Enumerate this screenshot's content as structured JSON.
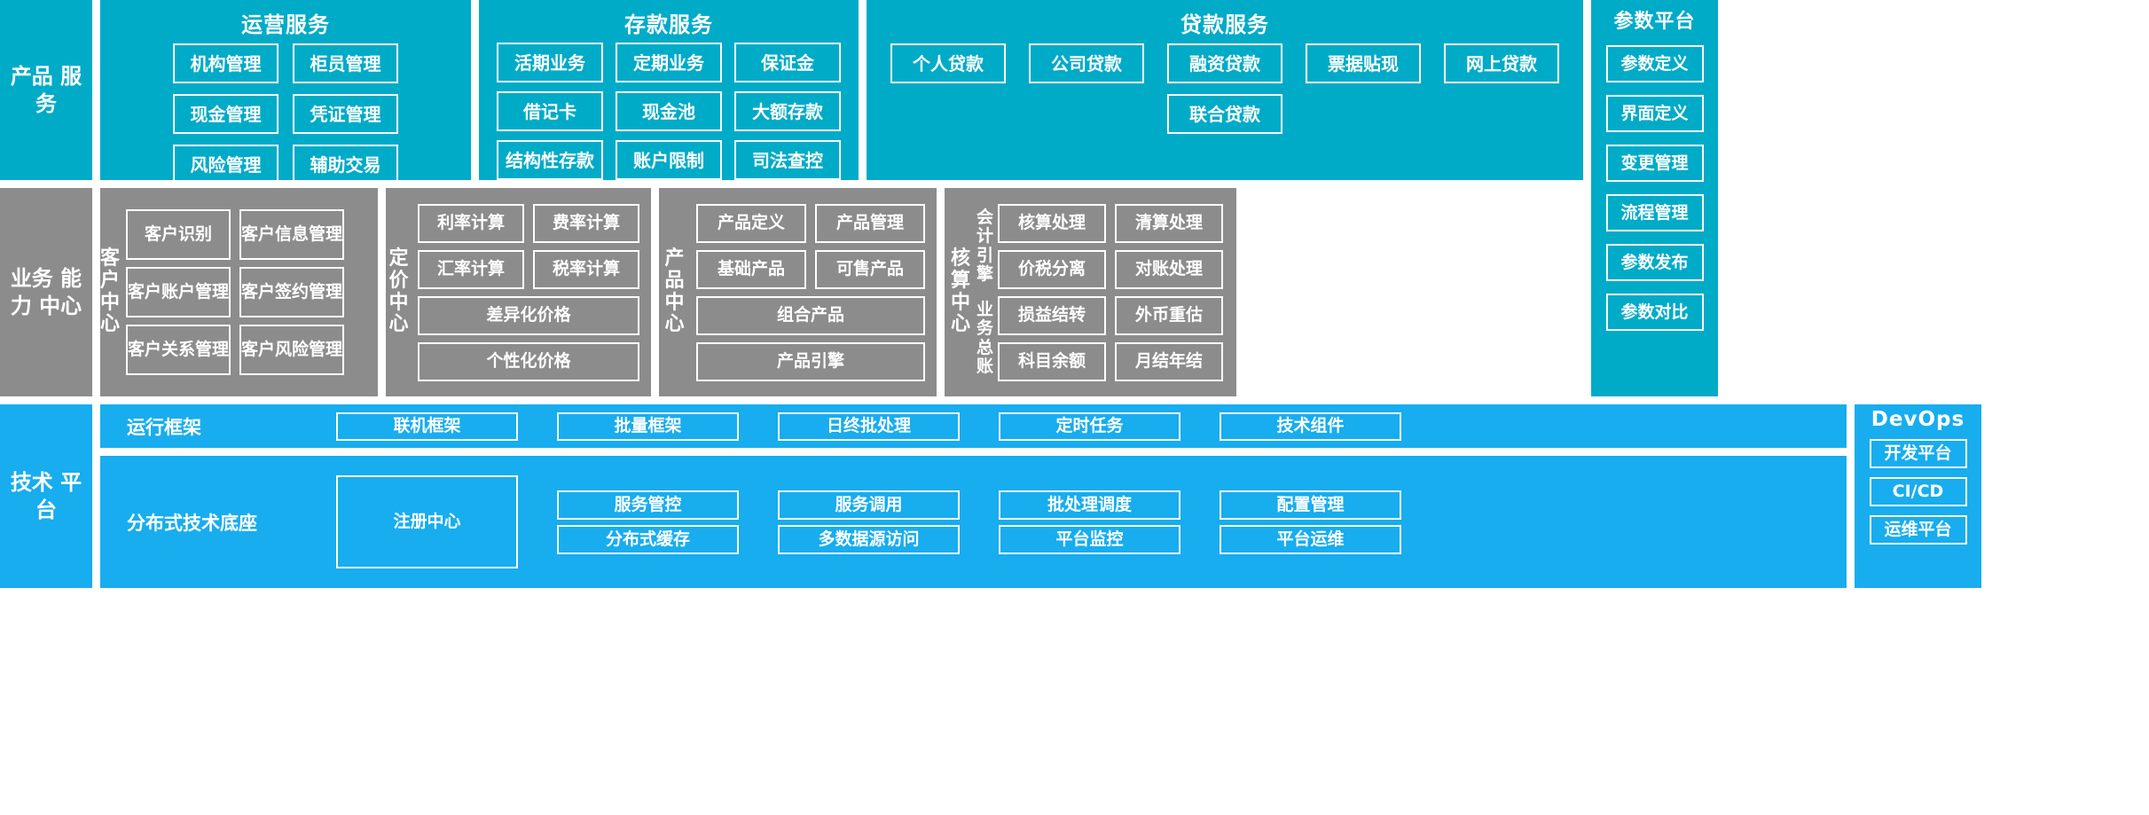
{
  "colors": {
    "teal": "#00abc8",
    "gray": "#8c8c8c",
    "blue": "#17adef",
    "border": "#ffffff",
    "background": "#ffffff"
  },
  "rows": {
    "product_service": {
      "side_label_lines": [
        "产品",
        "服务"
      ],
      "panels": [
        {
          "title": "运营服务",
          "items": [
            "机构管理",
            "柜员管理",
            "现金管理",
            "凭证管理",
            "风险管理",
            "辅助交易"
          ]
        },
        {
          "title": "存款服务",
          "items": [
            "活期业务",
            "定期业务",
            "保证金",
            "借记卡",
            "现金池",
            "大额存款",
            "结构性存款",
            "账户限制",
            "司法查控"
          ]
        },
        {
          "title": "贷款服务",
          "items": [
            "个人贷款",
            "公司贷款",
            "融资贷款",
            "票据贴现",
            "网上贷款",
            "联合贷款"
          ]
        }
      ]
    },
    "business_capability": {
      "side_label_lines": [
        "业务",
        "能力",
        "中心"
      ],
      "centers": [
        {
          "name": "客户中心",
          "name_chars": [
            "客",
            "户",
            "中",
            "心"
          ],
          "layout": "grid",
          "items": [
            "客户识别",
            "客户信息管理",
            "客户账户管理",
            "客户签约管理",
            "客户关系管理",
            "客户风险管理"
          ]
        },
        {
          "name": "定价中心",
          "name_chars": [
            "定",
            "价",
            "中",
            "心"
          ],
          "layout": "mixed",
          "half_items": [
            "利率计算",
            "费率计算",
            "汇率计算",
            "税率计算"
          ],
          "full_items": [
            "差异化价格",
            "个性化价格"
          ]
        },
        {
          "name": "产品中心",
          "name_chars": [
            "产",
            "品",
            "中",
            "心"
          ],
          "layout": "mixed",
          "half_items": [
            "产品定义",
            "产品管理",
            "基础产品",
            "可售产品"
          ],
          "full_items": [
            "组合产品",
            "产品引擎"
          ]
        },
        {
          "name": "核算中心",
          "name_chars": [
            "核",
            "算",
            "中",
            "心"
          ],
          "layout": "sub-grouped",
          "groups": [
            {
              "sub_label": "会计引擎",
              "sub_label_chars": [
                "会",
                "计",
                "引",
                "擎"
              ],
              "items": [
                "核算处理",
                "清算处理",
                "价税分离",
                "对账处理"
              ]
            },
            {
              "sub_label": "业务总账",
              "sub_label_chars": [
                "业",
                "务",
                "总",
                "账"
              ],
              "items": [
                "损益结转",
                "外币重估",
                "科目余额",
                "月结年结"
              ]
            }
          ]
        }
      ]
    },
    "tech_platform": {
      "side_label_lines": [
        "技术",
        "平台"
      ],
      "bands": [
        {
          "label": "运行框架",
          "items": [
            "联机框架",
            "批量框架",
            "日终批处理",
            "定时任务",
            "技术组件"
          ]
        },
        {
          "label": "分布式技术底座",
          "feature_item": "注册中心",
          "stacks": [
            [
              "服务管控",
              "分布式缓存"
            ],
            [
              "服务调用",
              "多数据源访问"
            ],
            [
              "批处理调度",
              "平台监控"
            ],
            [
              "配置管理",
              "平台运维"
            ]
          ]
        }
      ]
    }
  },
  "right_columns": {
    "parameter_platform": {
      "title": "参数平台",
      "items": [
        "参数定义",
        "界面定义",
        "变更管理",
        "流程管理",
        "参数发布",
        "参数对比"
      ]
    },
    "devops": {
      "title": "DevOps",
      "items": [
        "开发平台",
        "CI/CD",
        "运维平台"
      ]
    }
  }
}
